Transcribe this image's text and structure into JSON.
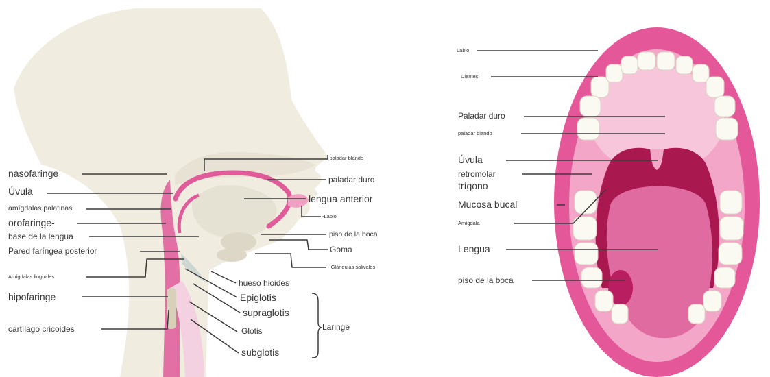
{
  "colors": {
    "mouth_lining": "#e4589a",
    "mouth_inner": "#f3a6c8",
    "throat": "#a9184f",
    "teeth": "#fbfaf2",
    "skin": "#f1ece0",
    "structure": "#e3dfd0",
    "airway": "#e15a9a",
    "leader_line": "#3c3c3c"
  },
  "sagittal_labels": {
    "nasofaringe": "nasofaringe",
    "uvula": "Úvula",
    "amigdalas_palatinas": "amígdalas palatinas",
    "orofaringe": "orofaringe-",
    "base_lengua": "base de la lengua",
    "pared_faringea": "Pared faríngea posterior",
    "amigdalas_linguales": "Amígdalas linguales",
    "hipofaringe": "hipofaringe",
    "cartilago_cricoides": "cartílago cricoides",
    "paladar_blando": "-paladar blando",
    "paladar_duro": "paladar duro",
    "lengua_anterior": "lengua anterior",
    "labio": "-Labio",
    "piso_boca": "piso de la boca",
    "goma": "Goma",
    "glandulas_salivales": "- Glándulas salivales",
    "hueso_hioides": "hueso hioides",
    "epiglotis": "Epiglotis",
    "supraglotis": "supraglotis",
    "glotis": "Glotis",
    "subglotis": "subglotis",
    "laringe": "Laringe"
  },
  "mouth_labels": {
    "labio": "Labio",
    "dientes": "Dientes",
    "paladar_duro": "Paladar duro",
    "paladar_blando": "paladar blando",
    "uvula": "Úvula",
    "retromolar": "retromolar",
    "trigono": "trígono",
    "mucosa_bucal": "Mucosa bucal",
    "amigdala": "Amígdala",
    "lengua": "Lengua",
    "piso_boca": "piso de la boca"
  }
}
